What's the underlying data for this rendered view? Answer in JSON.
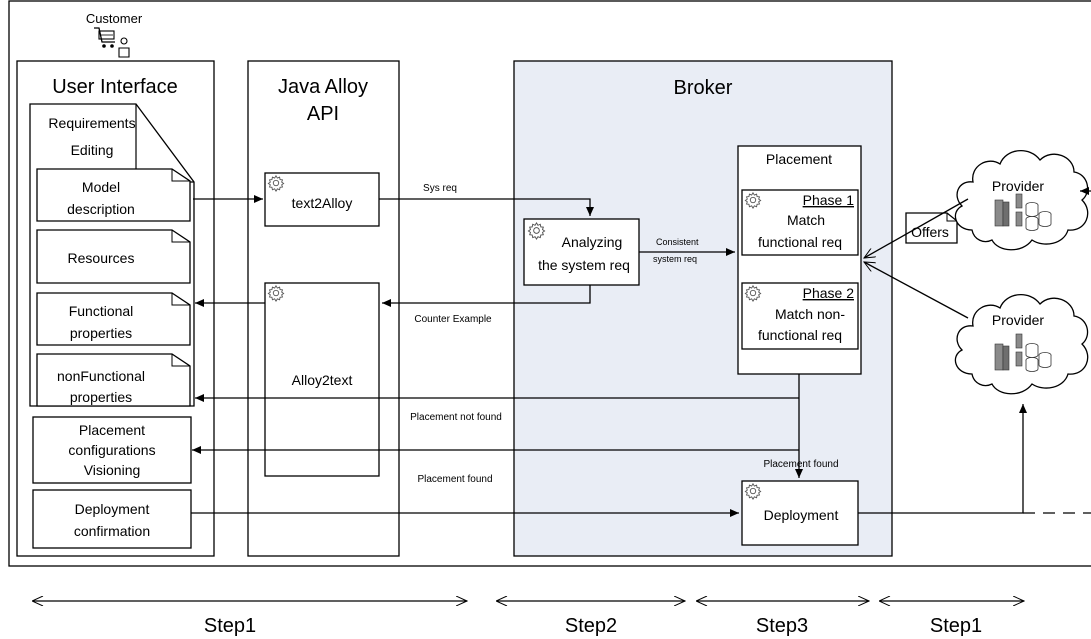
{
  "customer": {
    "label": "Customer",
    "icon": "shopping-cart-person-icon"
  },
  "columns": {
    "user_interface": "User Interface",
    "java_alloy_api": [
      "Java Alloy",
      "API"
    ],
    "broker": "Broker"
  },
  "requirements_editing": [
    "Requirements",
    "Editing"
  ],
  "ui_docs": {
    "model_description": [
      "Model",
      "description"
    ],
    "resources": [
      "Resources"
    ],
    "functional_properties": [
      "Functional",
      "properties"
    ],
    "nonfunctional_properties": [
      "nonFunctional",
      "properties"
    ]
  },
  "ui_boxes": {
    "placement_configurations": [
      "Placement",
      "configurations",
      "Visioning"
    ],
    "deployment_confirmation": [
      "Deployment",
      "confirmation"
    ]
  },
  "api_boxes": {
    "text2alloy": "text2Alloy",
    "alloy2text": "Alloy2text"
  },
  "broker_boxes": {
    "analyzing": [
      "Analyzing",
      "the system req"
    ],
    "placement": "Placement",
    "phase1": {
      "title": "Phase 1",
      "body": [
        "Match",
        "functional req"
      ]
    },
    "phase2": {
      "title": "Phase 2",
      "body": [
        "Match non-",
        "functional req"
      ]
    },
    "deployment": "Deployment"
  },
  "edge_labels": {
    "sys_req": "Sys req",
    "consistent": [
      "Consistent",
      "system req"
    ],
    "counter_example": "Counter Example",
    "placement_not_found": "Placement not found",
    "placement_found_left": "Placement found",
    "placement_found_right": "Placement found"
  },
  "offers": "Offers",
  "providers": [
    "Provider",
    "Provider"
  ],
  "steps": [
    "Step1",
    "Step2",
    "Step3",
    "Step1"
  ],
  "colors": {
    "broker_bg": "#e9edf5",
    "stroke": "#000000",
    "server": "#8a8a8a"
  }
}
